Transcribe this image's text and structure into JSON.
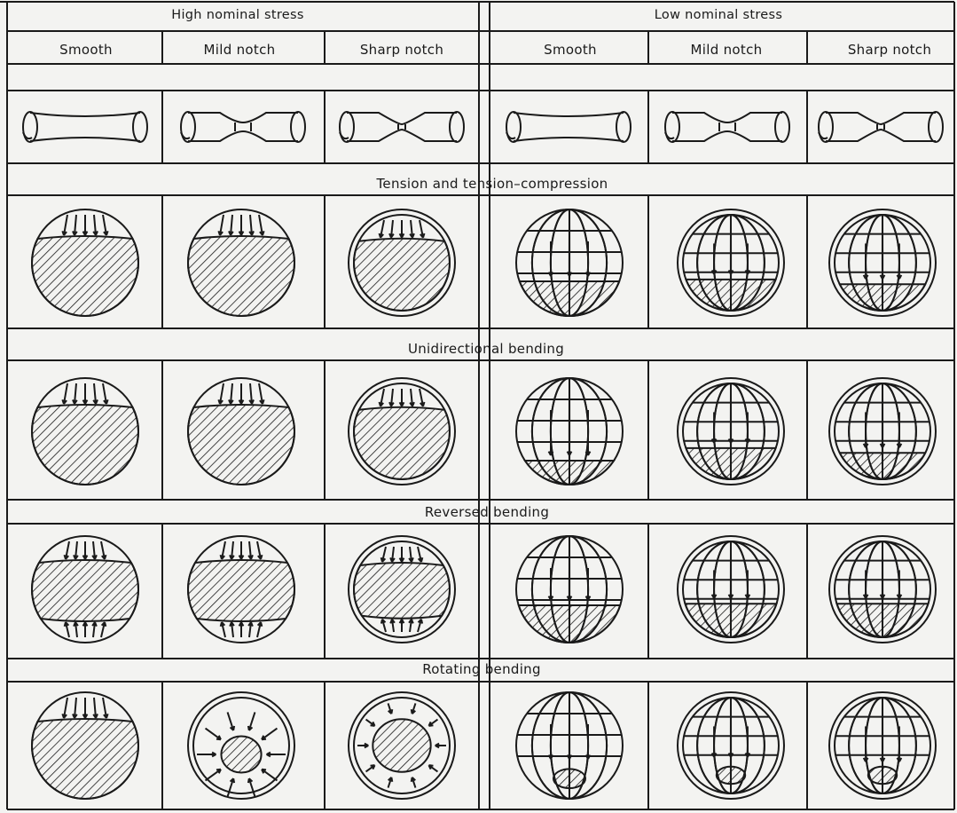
{
  "header": {
    "groups": [
      "High nominal stress",
      "Low nominal stress"
    ],
    "columns": [
      "Smooth",
      "Mild notch",
      "Sharp notch",
      "Smooth",
      "Mild notch",
      "Sharp notch"
    ]
  },
  "sections": [
    {
      "title": "Tension and tension–compression",
      "fractures": [
        "sector-small",
        "sector-small",
        "sector-rays",
        "grid-arc",
        "grid-ring",
        "grid-ring-small"
      ]
    },
    {
      "title": "Unidirectional bending",
      "fractures": [
        "sector-small",
        "sector-small",
        "sector-rays",
        "grid-chord",
        "grid-ring",
        "grid-ring-small"
      ]
    },
    {
      "title": "Reversed bending",
      "fractures": [
        "band-two",
        "band-two",
        "band-two-rays",
        "grid-two",
        "grid-two-ring",
        "grid-two-ring"
      ]
    },
    {
      "title": "Rotating bending",
      "fractures": [
        "sector-small",
        "rotating-mild",
        "rotating-sharp",
        "grid-rotate",
        "grid-rotate-ring",
        "grid-rotate-sharp"
      ]
    }
  ],
  "specimens": [
    "smooth",
    "mild-notch",
    "sharp-notch",
    "smooth",
    "mild-notch",
    "sharp-notch"
  ]
}
